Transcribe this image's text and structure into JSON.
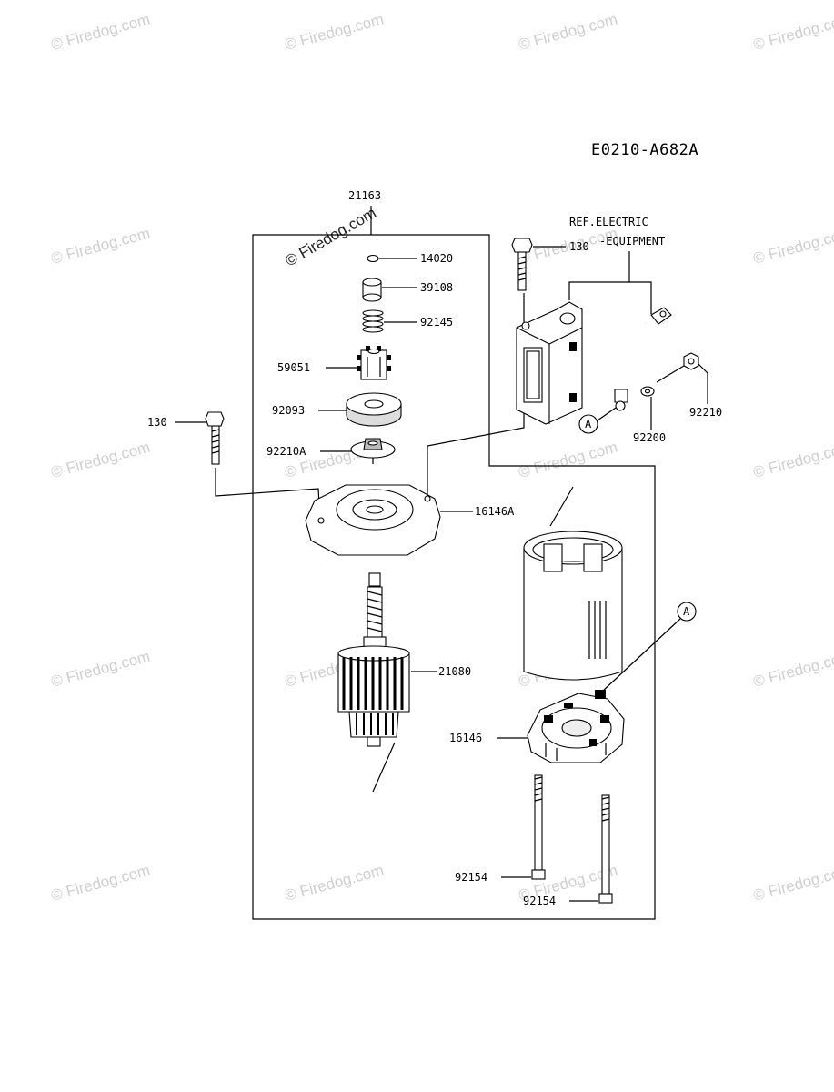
{
  "diagram": {
    "code": "E0210-A682A",
    "ref_note_line1": "REF.ELECTRIC",
    "ref_note_line2": "-EQUIPMENT",
    "callout_letter": "A"
  },
  "parts": {
    "p21163": "21163",
    "p14020": "14020",
    "p39108": "39108",
    "p92145": "92145",
    "p59051": "59051",
    "p92093": "92093",
    "p92210A": "92210A",
    "p130_left": "130",
    "p130_top": "130",
    "p16146A": "16146A",
    "p21080": "21080",
    "p16146": "16146",
    "p92154_a": "92154",
    "p92154_b": "92154",
    "p92210": "92210",
    "p92200": "92200"
  },
  "watermark": {
    "text": "© Firedog.com"
  },
  "colors": {
    "ink": "#000000",
    "watermark": "#cfcfcf",
    "background": "#ffffff"
  }
}
